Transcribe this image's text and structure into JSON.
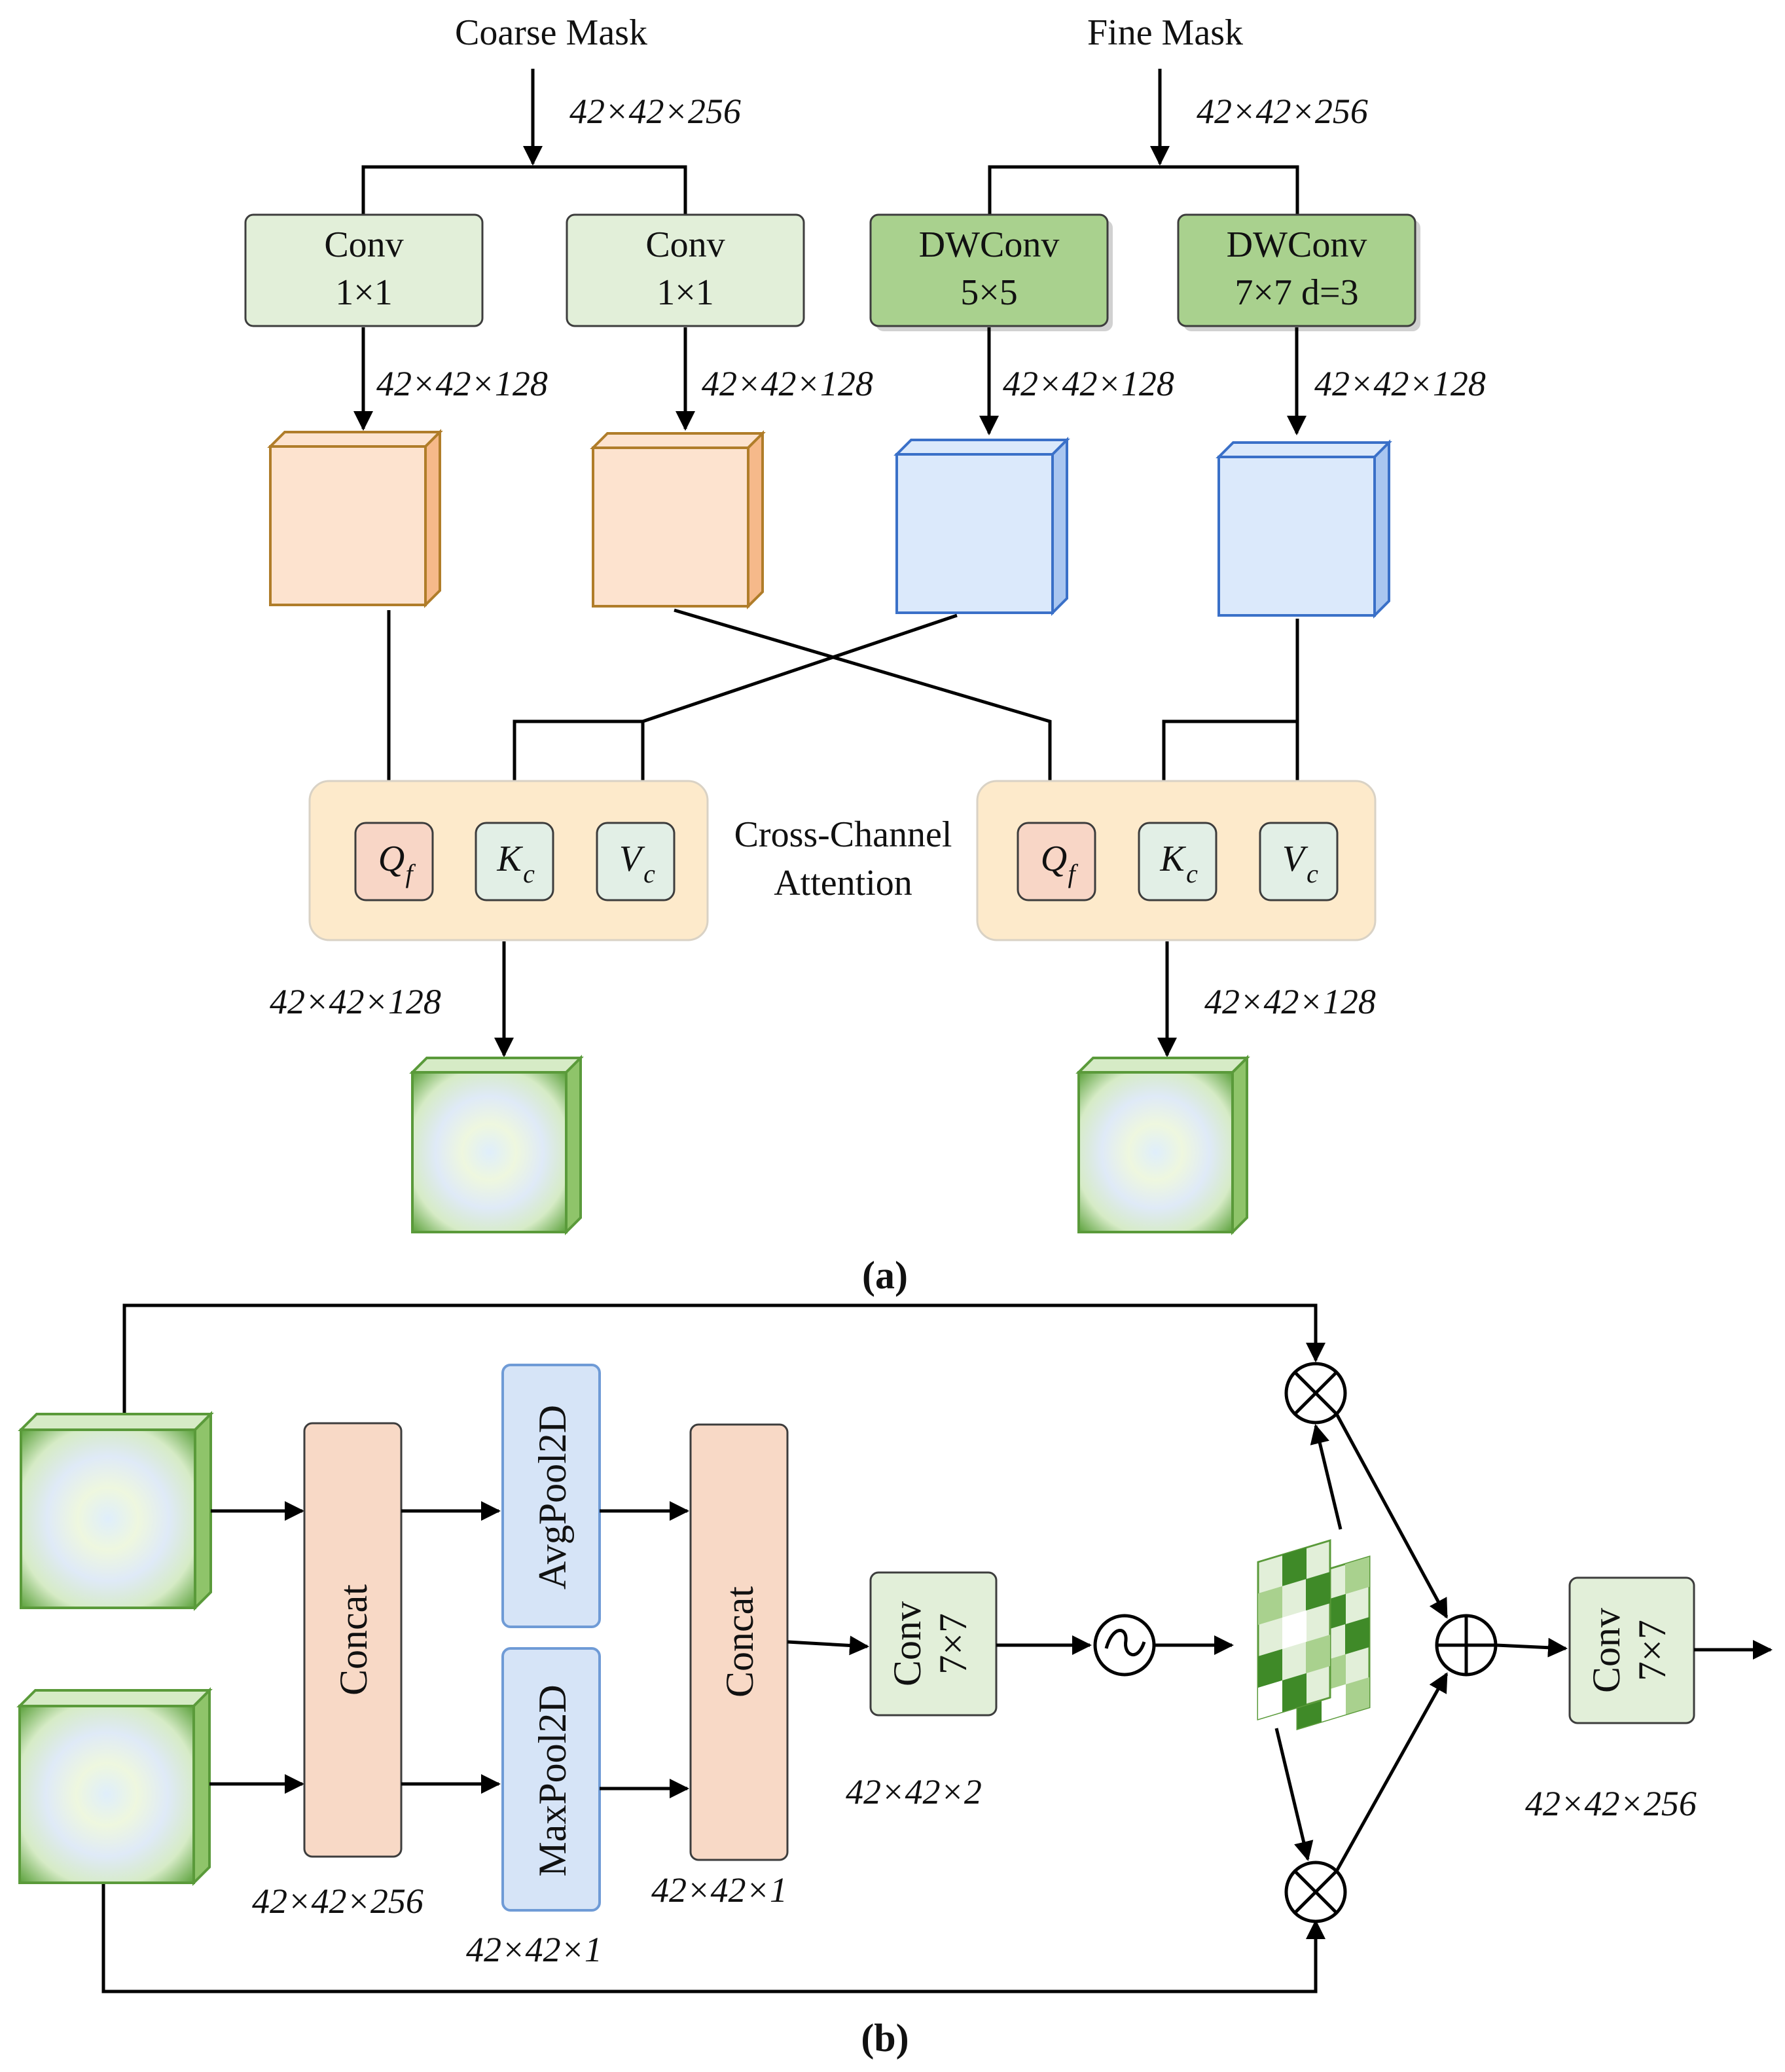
{
  "colors": {
    "light_green_box": "#e2efd9",
    "dark_green_box": "#a9d18e",
    "box_border": "#3d3d3d",
    "orange_cube_front": "#fde3cf",
    "orange_cube_side": "#f6b98a",
    "orange_cube_edge": "#b07d2a",
    "blue_cube_front": "#dbe9fb",
    "blue_cube_side": "#a9c6f0",
    "blue_cube_edge": "#3a70c8",
    "green_cube_edge": "#5a9a3a",
    "attention_panel": "#fdeacb",
    "q_box": "#f8d6c6",
    "kv_box": "#e2efe6",
    "concat_box": "#f8d9c6",
    "pool_box": "#d6e4f7",
    "pool_border": "#6f9bd6"
  },
  "part_a": {
    "caption": "(a)",
    "inputs": {
      "coarse_mask": "Coarse Mask",
      "fine_mask": "Fine Mask"
    },
    "input_dims": {
      "coarse": "42×42×256",
      "fine": "42×42×256"
    },
    "branches": [
      {
        "op": "Conv",
        "kernel": "1×1",
        "out_dim": "42×42×128"
      },
      {
        "op": "Conv",
        "kernel": "1×1",
        "out_dim": "42×42×128"
      },
      {
        "op": "DWConv",
        "kernel": "5×5",
        "out_dim": "42×42×128"
      },
      {
        "op": "DWConv",
        "kernel": "7×7 d=3",
        "out_dim": "42×42×128"
      }
    ],
    "attention": {
      "label_line1": "Cross-Channel",
      "label_line2": "Attention",
      "q_main": "Q",
      "q_sub": "f",
      "k_main": "K",
      "k_sub": "c",
      "v_main": "V",
      "v_sub": "c"
    },
    "output_dims": {
      "left": "42×42×128",
      "right": "42×42×128"
    }
  },
  "part_b": {
    "caption": "(b)",
    "concat1": "Concat",
    "avgpool": "AvgPool2D",
    "maxpool": "MaxPool2D",
    "concat2": "Concat",
    "conv1_op": "Conv",
    "conv1_kernel": "7×7",
    "conv2_op": "Conv",
    "conv2_kernel": "7×7",
    "dims": {
      "concat1_out": "42×42×256",
      "pool_out": "42×42×1",
      "concat2_out": "42×42×1",
      "conv1_out": "42×42×2",
      "final_out": "42×42×256"
    }
  }
}
